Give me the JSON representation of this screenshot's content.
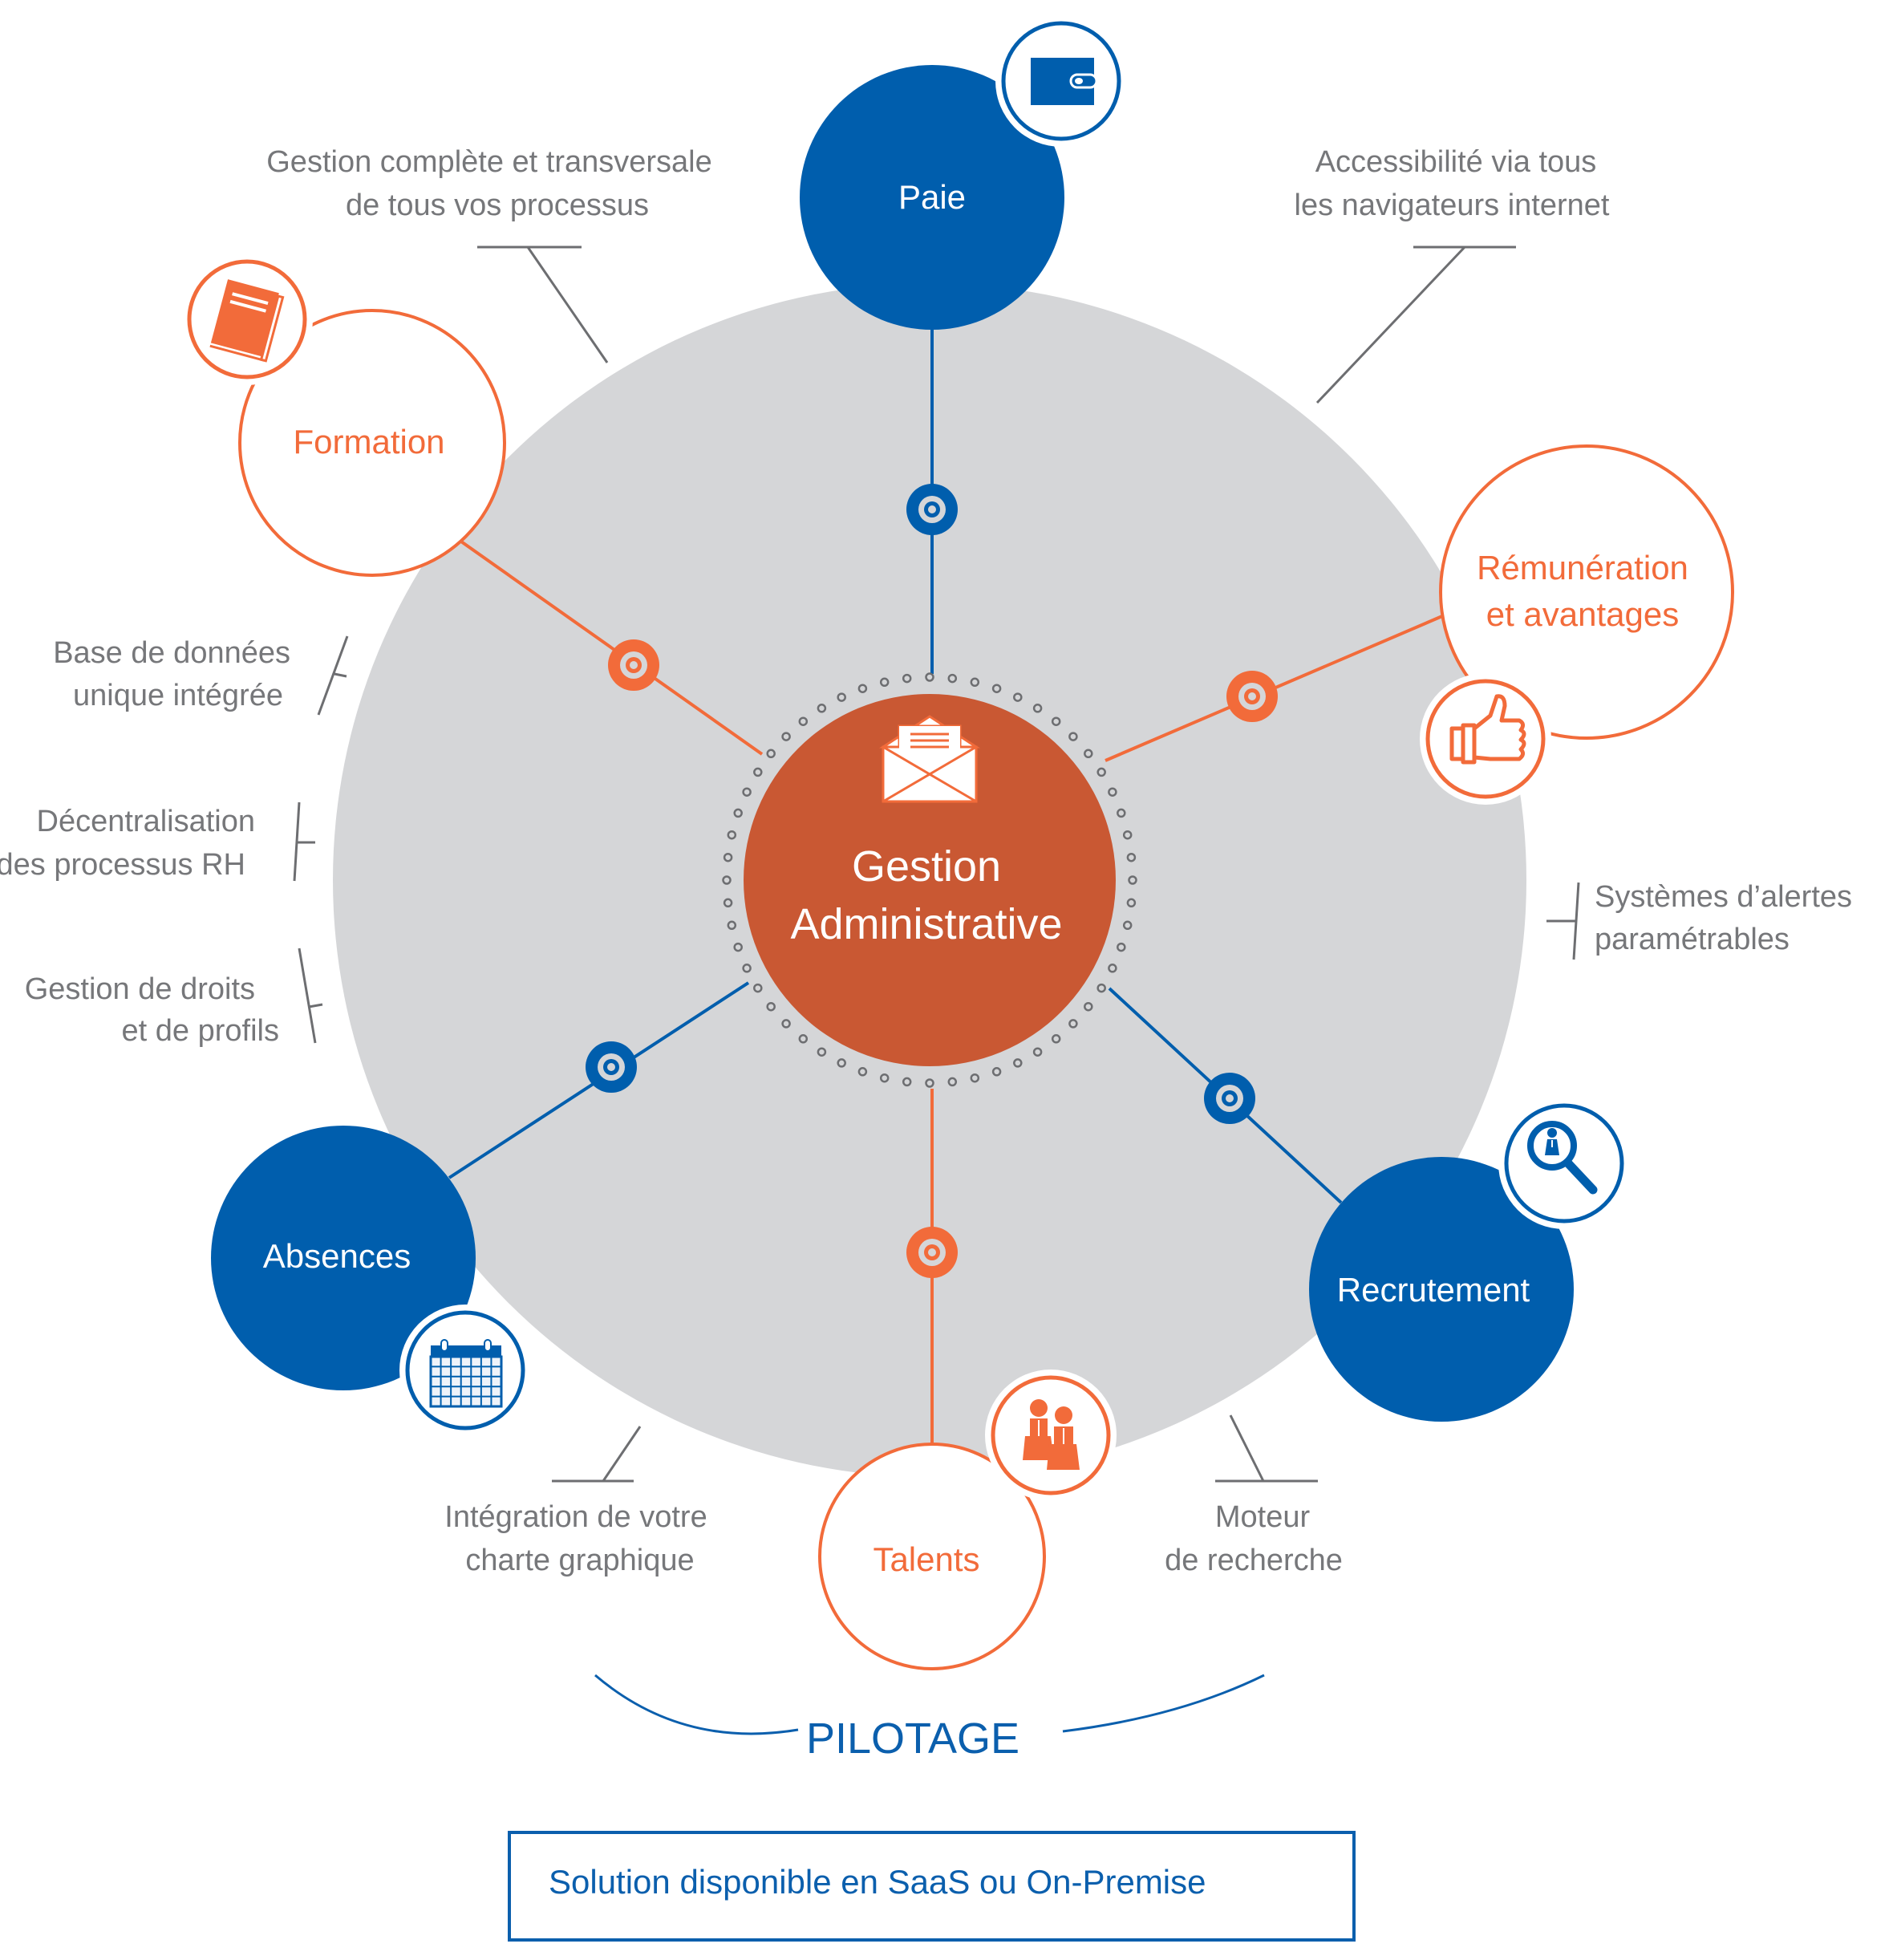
{
  "colors": {
    "blue": "#005ead",
    "orange": "#f26b3a",
    "center_orange": "#c95833",
    "gray_disc": "#d5d6d8",
    "text_gray": "#76777a"
  },
  "center": {
    "label_line1": "Gestion",
    "label_line2": "Administrative",
    "icon": "open-envelope-icon"
  },
  "modules": [
    {
      "id": "paie",
      "label_lines": [
        "Paie"
      ],
      "style": "filled-blue",
      "icon": "wallet-icon"
    },
    {
      "id": "formation",
      "label_lines": [
        "Formation"
      ],
      "style": "outline-orange",
      "icon": "book-icon"
    },
    {
      "id": "remuneration",
      "label_lines": [
        "Rémunération",
        "et avantages"
      ],
      "style": "outline-orange",
      "icon": "thumbs-up-icon"
    },
    {
      "id": "absences",
      "label_lines": [
        "Absences"
      ],
      "style": "filled-blue",
      "icon": "calendar-icon"
    },
    {
      "id": "recrutement",
      "label_lines": [
        "Recrutement"
      ],
      "style": "filled-blue",
      "icon": "magnifier-person-icon"
    },
    {
      "id": "talents",
      "label_lines": [
        "Talents"
      ],
      "style": "outline-orange",
      "icon": "people-icon"
    }
  ],
  "features": [
    {
      "id": "gestion-complete",
      "lines": [
        "Gestion complète et transversale",
        "de tous vos processus"
      ]
    },
    {
      "id": "accessibilite",
      "lines": [
        "Accessibilité via tous",
        "les navigateurs internet"
      ]
    },
    {
      "id": "base-donnees",
      "lines": [
        "Base de données",
        "unique intégrée"
      ]
    },
    {
      "id": "decentralisation",
      "lines": [
        "Décentralisation",
        "des processus RH"
      ]
    },
    {
      "id": "gestion-droits",
      "lines": [
        "Gestion de droits",
        "et de profils"
      ]
    },
    {
      "id": "alertes",
      "lines": [
        "Systèmes d’alertes",
        "paramétrables"
      ]
    },
    {
      "id": "integration-charte",
      "lines": [
        "Intégration de votre",
        "charte graphique"
      ]
    },
    {
      "id": "moteur-recherche",
      "lines": [
        "Moteur",
        "de recherche"
      ]
    }
  ],
  "footer": {
    "pilotage_label": "PILOTAGE",
    "availability_text": "Solution disponible en SaaS ou On-Premise"
  }
}
